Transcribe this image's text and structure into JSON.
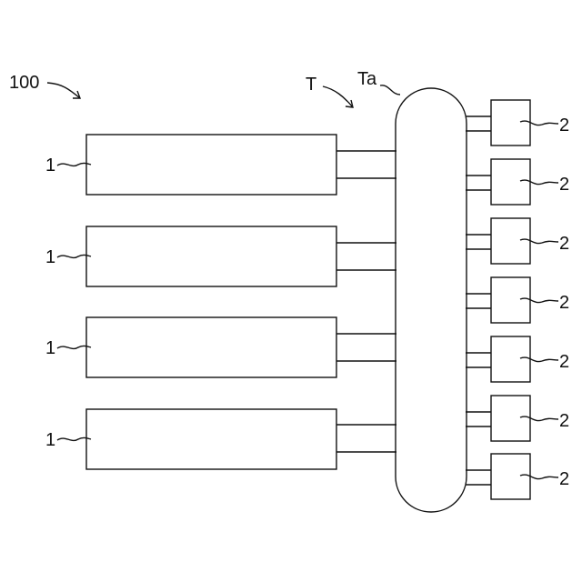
{
  "labels": {
    "system": "100",
    "tank": "T",
    "tank_body": "Ta",
    "left_units": [
      "1",
      "1",
      "1",
      "1"
    ],
    "right_units": [
      "2",
      "2",
      "2",
      "2",
      "2",
      "2",
      "2"
    ]
  }
}
